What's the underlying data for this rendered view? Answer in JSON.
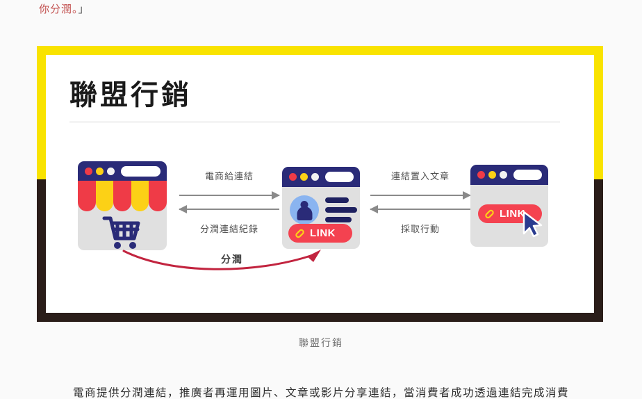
{
  "article": {
    "top_fragment": "你分潤。",
    "top_fragment_bracket": "」",
    "bottom_paragraph": "電商提供分潤連結，推廣者再運用圖片、文章或影片分享連結，當消費者成功透過連結完成消費"
  },
  "figure": {
    "title": "聯盟行銷",
    "caption": "聯盟行銷",
    "frame_color_top": "#f9e300",
    "frame_color_bottom": "#2a1d19",
    "nodes": [
      {
        "id": "merchant",
        "name": "shop-storefront-icon"
      },
      {
        "id": "affiliate",
        "name": "affiliate-profile-window-icon",
        "button_label": "LINK"
      },
      {
        "id": "consumer",
        "name": "consumer-click-window-icon",
        "button_label": "LINK"
      }
    ],
    "flows": [
      {
        "id": "flow-1-top",
        "label": "電商給連結",
        "direction": "right"
      },
      {
        "id": "flow-1-bottom",
        "label": "分潤連結紀錄",
        "direction": "left"
      },
      {
        "id": "flow-2-top",
        "label": "連結置入文章",
        "direction": "right"
      },
      {
        "id": "flow-2-bottom",
        "label": "採取行動",
        "direction": "left"
      }
    ],
    "commission": {
      "label": "分潤",
      "color": "#c2243f"
    }
  }
}
